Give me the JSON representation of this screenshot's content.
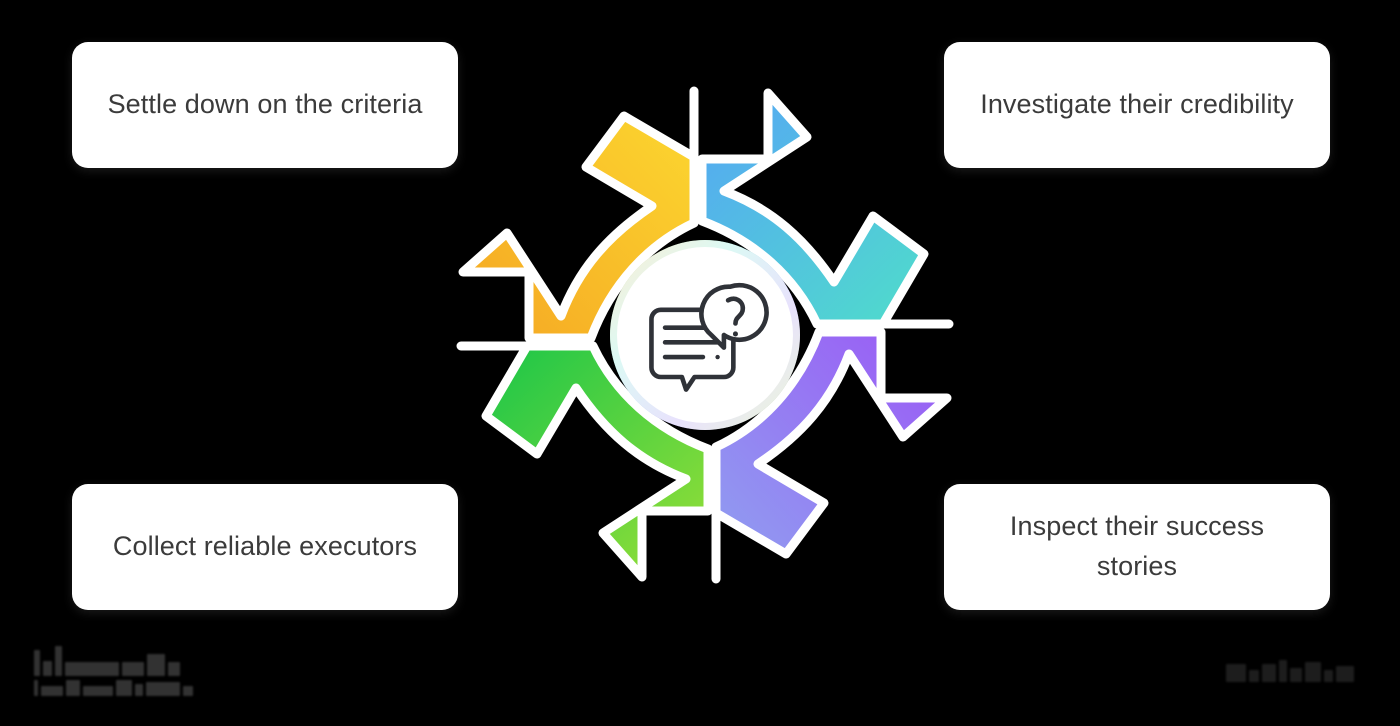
{
  "background_color": "#000000",
  "cards": [
    {
      "id": "top-left",
      "label": "Settle down on the criteria",
      "position": "top-left"
    },
    {
      "id": "top-right",
      "label": "Investigate their credibility",
      "position": "top-right"
    },
    {
      "id": "bottom-left",
      "label": "Collect reliable executors",
      "position": "bottom-left"
    },
    {
      "id": "bottom-right",
      "label": "Inspect their success stories",
      "position": "bottom-right"
    }
  ],
  "center": {
    "icon": "chat-question-icon",
    "icon_description": "two overlapping speech bubbles, one containing a question mark",
    "circle_fill": "#ffffff",
    "ring_colors": [
      "#f5a623",
      "#4fe0c8",
      "#9be036",
      "#8d6cf0"
    ]
  },
  "arrows": [
    {
      "id": "arrow-top-left",
      "direction": "up-left",
      "gradient_from": "#f5a623",
      "gradient_to": "#fcd930",
      "linked_card": "top-left"
    },
    {
      "id": "arrow-top-right",
      "direction": "up-right",
      "gradient_from": "#55a5f5",
      "gradient_to": "#4fe0c8",
      "linked_card": "top-right"
    },
    {
      "id": "arrow-bottom-left",
      "direction": "down-left",
      "gradient_from": "#9be036",
      "gradient_to": "#13c44a",
      "linked_card": "bottom-left"
    },
    {
      "id": "arrow-bottom-right",
      "direction": "down-right",
      "gradient_from": "#9b57f5",
      "gradient_to": "#8fa2f0",
      "linked_card": "bottom-right"
    }
  ],
  "watermarks": {
    "bottom_left": {
      "text": "",
      "legible": false,
      "description": "blurred logo mark"
    },
    "bottom_right": {
      "text": "",
      "legible": false,
      "description": "blurred logo mark"
    }
  },
  "text_color": "#3b3b3b",
  "card_fill": "#ffffff"
}
